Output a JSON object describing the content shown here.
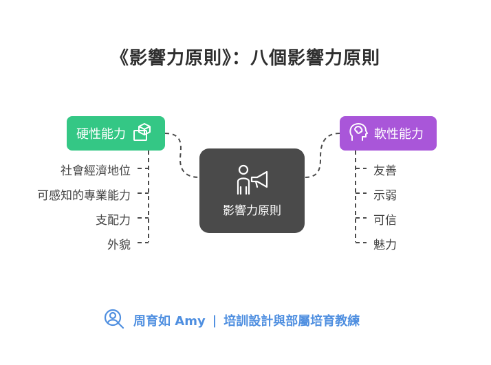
{
  "title": "《影響力原則》：八個影響力原則",
  "center": {
    "label": "影響力原則"
  },
  "left_branch": {
    "label": "硬性能力",
    "color": "#34c785",
    "items": [
      "社會經濟地位",
      "可感知的專業能力",
      "支配力",
      "外貌"
    ]
  },
  "right_branch": {
    "label": "軟性能力",
    "color": "#a956d9",
    "items": [
      "友善",
      "示弱",
      "可信",
      "魅力"
    ]
  },
  "footer": {
    "author": "周育如 Amy",
    "separator": "|",
    "tagline": "培訓設計與部屬培育教練"
  }
}
